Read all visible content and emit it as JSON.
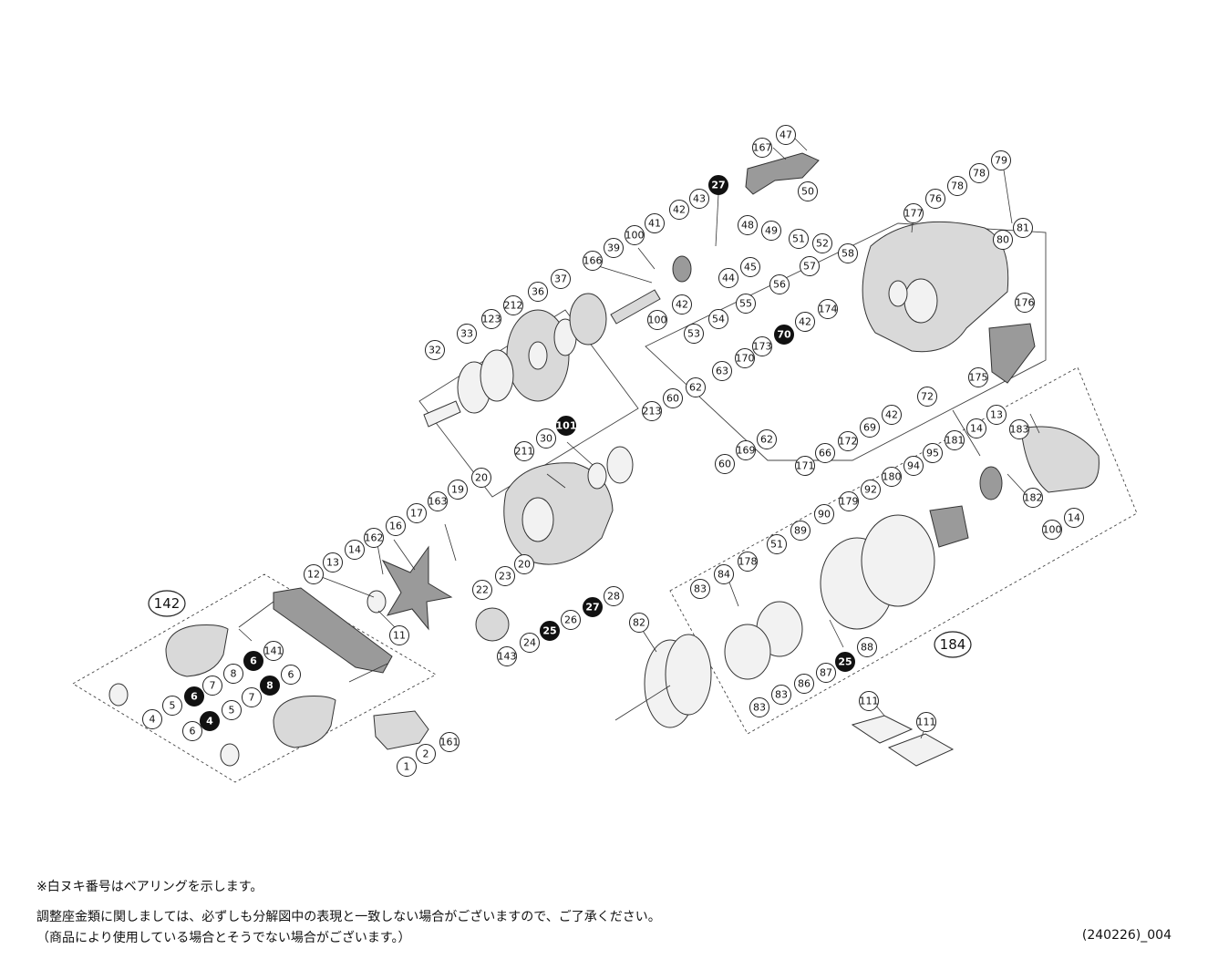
{
  "notes": {
    "bearing_note": "※白ヌキ番号はベアリングを示します。",
    "adjust_note_1": "調整座金類に関しましては、必ずしも分解図中の表現と一致しない場合がございますので、ご了承ください。",
    "adjust_note_2": "（商品により使用している場合とそうでない場合がございます。）",
    "diagram_code": "(240226)_004"
  },
  "part_labels": [
    "47",
    "167",
    "79",
    "78",
    "78",
    "76",
    "177",
    "81",
    "80",
    "50",
    "48",
    "49",
    "51",
    "52",
    "58",
    "57",
    "176",
    "175",
    "72",
    "27",
    "43",
    "42",
    "41",
    "100",
    "39",
    "44",
    "45",
    "166",
    "42",
    "100",
    "37",
    "36",
    "212",
    "123",
    "33",
    "32",
    "56",
    "55",
    "54",
    "53",
    "70",
    "42",
    "174",
    "173",
    "170",
    "63",
    "62",
    "60",
    "213",
    "62",
    "169",
    "60",
    "172",
    "66",
    "171",
    "69",
    "42",
    "101",
    "30",
    "211",
    "20",
    "19",
    "163",
    "17",
    "16",
    "162",
    "14",
    "13",
    "12",
    "20",
    "22",
    "23",
    "24",
    "25",
    "26",
    "27",
    "28",
    "143",
    "141",
    "11",
    "8",
    "6",
    "7",
    "5",
    "4",
    "6",
    "8",
    "6",
    "7",
    "5",
    "4",
    "6",
    "161",
    "2",
    "1",
    "183",
    "13",
    "14",
    "181",
    "95",
    "94",
    "180",
    "92",
    "179",
    "182",
    "100",
    "14",
    "90",
    "89",
    "51",
    "178",
    "84",
    "83",
    "82",
    "88",
    "25",
    "87",
    "86",
    "83",
    "83",
    "111",
    "111"
  ],
  "group_labels": [
    "142",
    "184"
  ]
}
